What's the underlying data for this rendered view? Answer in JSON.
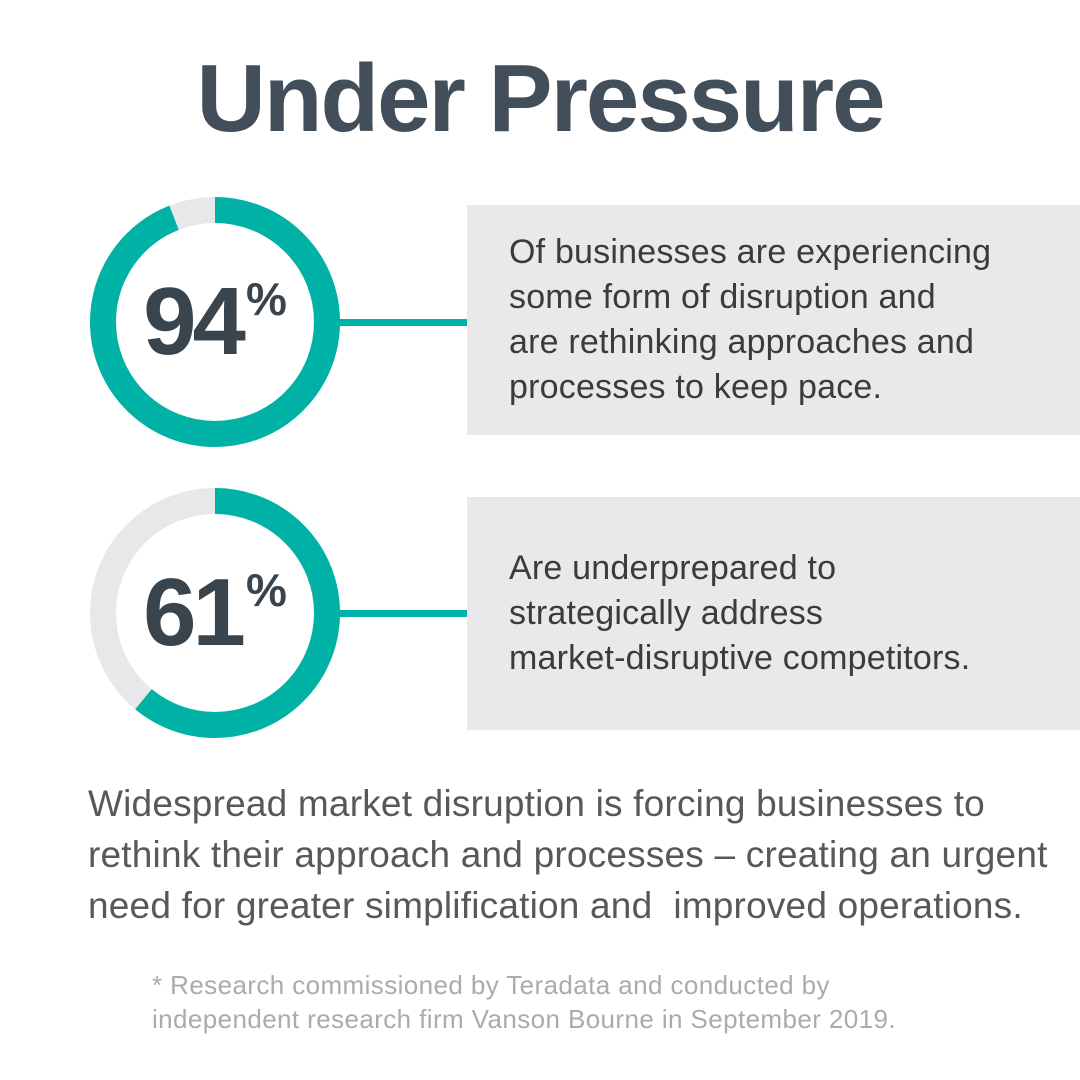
{
  "title": "Under Pressure",
  "colors": {
    "teal": "#00b1a6",
    "track": "#e7e8e9",
    "box_background": "#e9e9eb",
    "title_text": "#424f5a",
    "stat_number_text": "#3a444d",
    "box_text": "#3a3b3c",
    "body_text": "#575859",
    "footnote_text": "#a9abae"
  },
  "chart_data": [
    {
      "type": "pie",
      "variant": "donut",
      "value": 94,
      "remainder": 6,
      "unit": "%",
      "arc_start": "top",
      "arc_direction": "clockwise",
      "description_lines": [
        "Of businesses are experiencing",
        "some form of disruption and",
        "are rethinking approaches and",
        "processes to keep pace."
      ]
    },
    {
      "type": "pie",
      "variant": "donut",
      "value": 61,
      "remainder": 39,
      "unit": "%",
      "arc_start": "top",
      "arc_direction": "clockwise",
      "description_lines": [
        "Are underprepared to",
        "strategically address",
        "market-disruptive competitors."
      ]
    }
  ],
  "body_lines": [
    "Widespread market disruption is forcing businesses to",
    "rethink their approach and processes – creating an urgent",
    "need for greater simplification and  improved operations."
  ],
  "footnote_lines": [
    "* Research commissioned by Teradata and conducted by",
    "independent research firm Vanson Bourne in September 2019."
  ]
}
